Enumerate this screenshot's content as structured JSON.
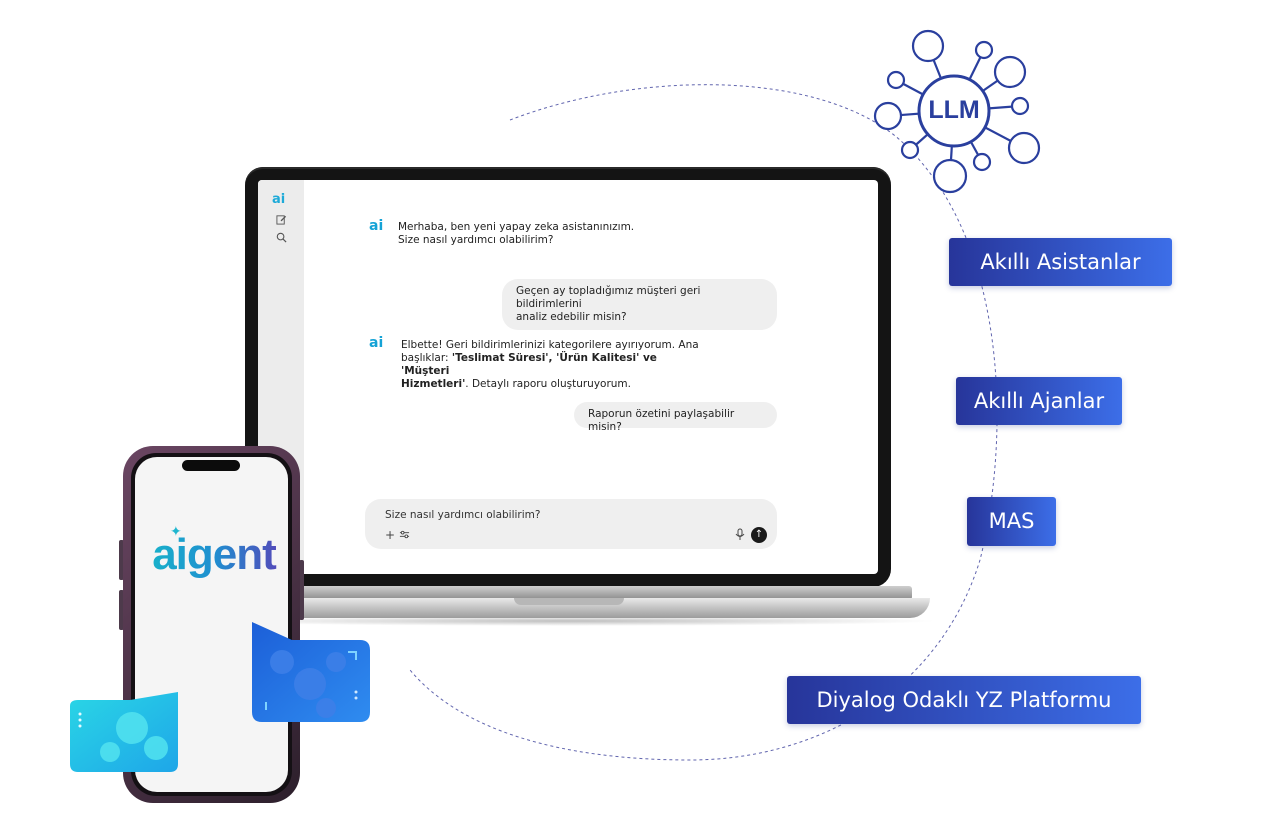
{
  "sidebar": {
    "logo": "ai",
    "new_chat_icon": "edit-icon",
    "search_icon": "search-icon"
  },
  "chat": {
    "bot_logo": "ai",
    "messages": [
      {
        "role": "assistant",
        "lines": [
          "Merhaba, ben yeni  yapay zeka asistanınızım.",
          "Size nasıl yardımcı olabilirim?"
        ]
      },
      {
        "role": "user",
        "lines": [
          "Geçen ay topladığımız müşteri geri bildirimlerini",
          "analiz edebilir misin?"
        ]
      },
      {
        "role": "assistant",
        "line1": "Elbette! Geri bildirimlerinizi kategorilere ayırıyorum. Ana",
        "line2_prefix": "başlıklar: ",
        "line2_bold": "'Teslimat Süresi', 'Ürün Kalitesi' ve 'Müşteri",
        "line3_bold": "Hizmetleri'",
        "line3_suffix": ". Detaylı raporu oluşturuyorum."
      },
      {
        "role": "user",
        "lines": [
          "Raporun özetini paylaşabilir misin?"
        ]
      }
    ]
  },
  "composer": {
    "placeholder": "Size nasıl yardımcı olabilirim?",
    "plus_icon": "+",
    "settings_icon": "sliders-icon",
    "mic_icon": "mic-icon",
    "send_icon": "↑"
  },
  "phone": {
    "brand": "aigent"
  },
  "network": {
    "center_label": "LLM"
  },
  "features": [
    {
      "label": "Akıllı  Asistanlar"
    },
    {
      "label": "Akıllı Ajanlar"
    },
    {
      "label": "MAS"
    },
    {
      "label": "Diyalog Odaklı YZ Platformu"
    }
  ],
  "colors": {
    "pill_start": "#27359a",
    "pill_end": "#3c6ee8",
    "llm_blue": "#2a3f9e",
    "brand_teal": "#17b7c9",
    "brand_purple": "#5c3fb6"
  }
}
